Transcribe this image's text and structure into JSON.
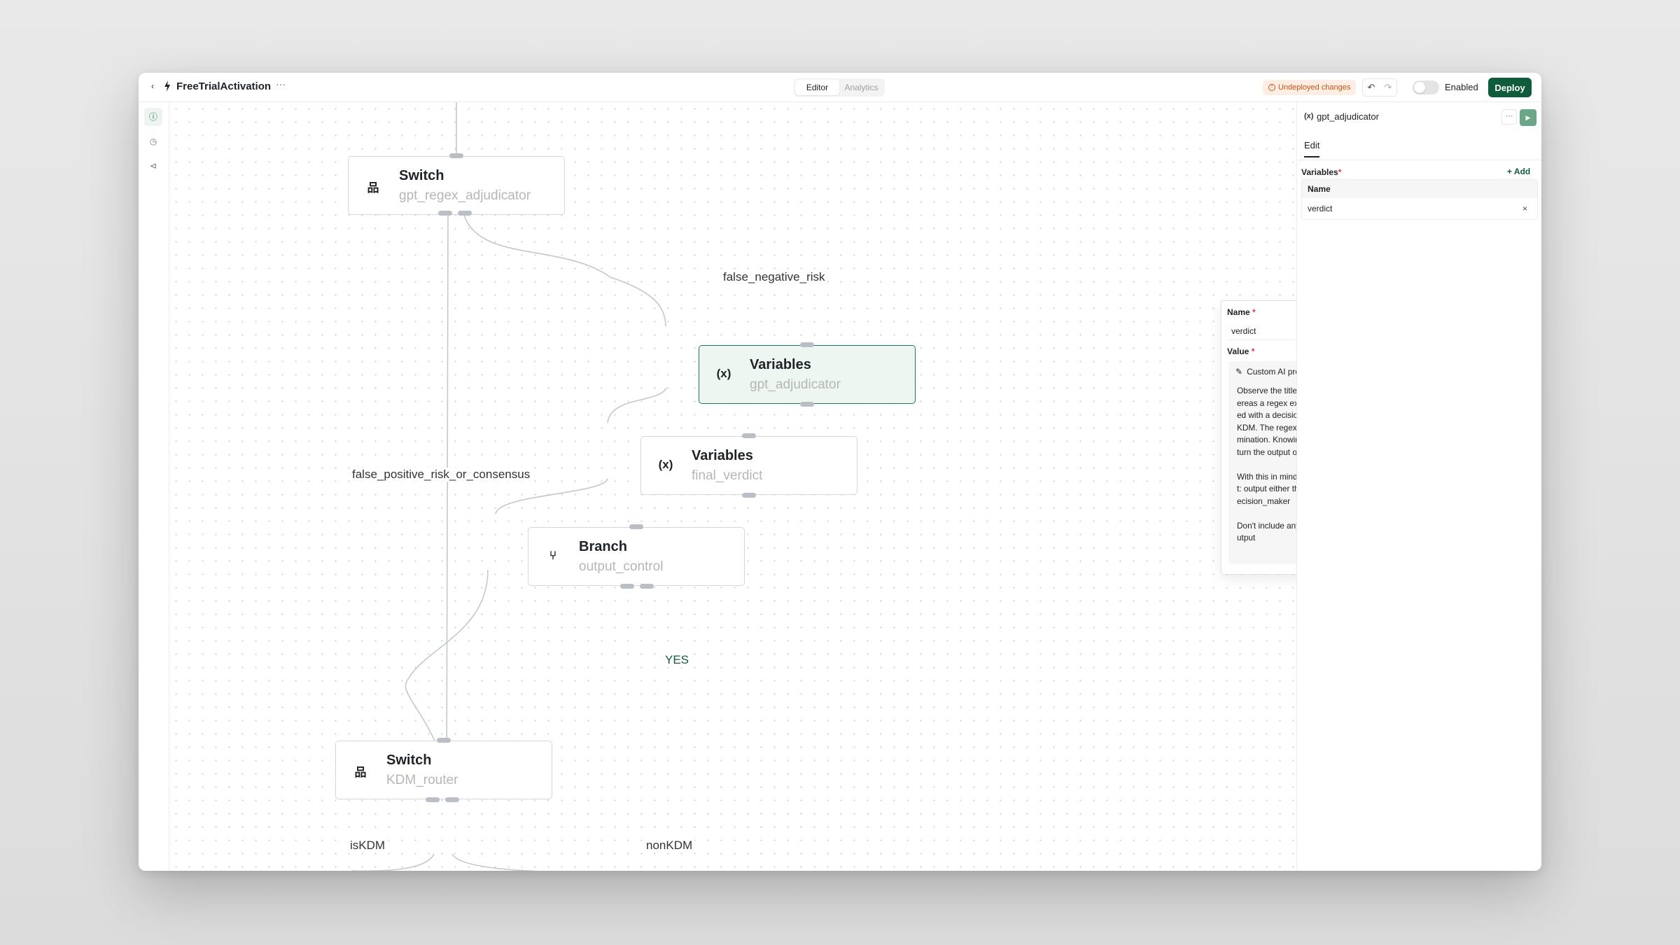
{
  "header": {
    "title": "FreeTrialActivation",
    "more": "···",
    "tabs": [
      {
        "label": "Editor",
        "active": true
      },
      {
        "label": "Analytics",
        "active": false
      }
    ],
    "undeployed_badge": "Undeployed changes",
    "undo": "↶",
    "redo": "↷",
    "enabled_label": "Enabled",
    "enabled_on": false,
    "deploy_label": "Deploy"
  },
  "rail": {
    "icons": [
      "info-icon",
      "history-icon",
      "tag-icon"
    ]
  },
  "nodes": [
    {
      "type": "Switch",
      "name": "gpt_regex_adjudicator",
      "icon": "hierarchy-icon",
      "icon_glyph": "品"
    },
    {
      "type": "Variables",
      "name": "gpt_adjudicator",
      "icon": "variable-icon",
      "icon_glyph": "(x)",
      "selected": true
    },
    {
      "type": "Variables",
      "name": "final_verdict",
      "icon": "variable-icon",
      "icon_glyph": "(x)"
    },
    {
      "type": "Branch",
      "name": "output_control",
      "icon": "branch-icon",
      "icon_glyph": "⑂"
    },
    {
      "type": "Switch",
      "name": "KDM_router",
      "icon": "hierarchy-icon",
      "icon_glyph": "品"
    }
  ],
  "edge_labels": {
    "false_negative": "false_negative_risk",
    "false_positive": "false_positive_risk_or_consensus",
    "yes": "YES",
    "is_kdm": "isKDM",
    "non_kdm": "nonKDM"
  },
  "popover": {
    "name_label": "Name",
    "name_value": "verdict",
    "value_label": "Value",
    "prompt_title": "Custom AI prompt",
    "prompt_text": "Observe the title, a GPT prompt classified it as: gpt_KDM whereas a regex expression checking for set of values associated with a decision making role identified it as follows: regex_KDM. The regex hit on the following value in making its determination. Knowing this, do we have enough evidence to overturn the output of the gpt-generated classification output?\n\nWith this in mind, output the classification you think is correct: output either the string decision_maker or the string non_decision_maker\n\nDon't include anything other than these two values in your output"
  },
  "panel": {
    "title": "gpt_adjudicator",
    "more": "···",
    "tab": "Edit",
    "variables_label": "Variables",
    "add_label": "Add",
    "column_name": "Name",
    "rows": [
      "verdict"
    ]
  },
  "colors": {
    "accent": "#0e5c3b",
    "selected_bg": "#edf6f1",
    "badge_text": "#c2551a",
    "swatch": "#fbefb0"
  }
}
